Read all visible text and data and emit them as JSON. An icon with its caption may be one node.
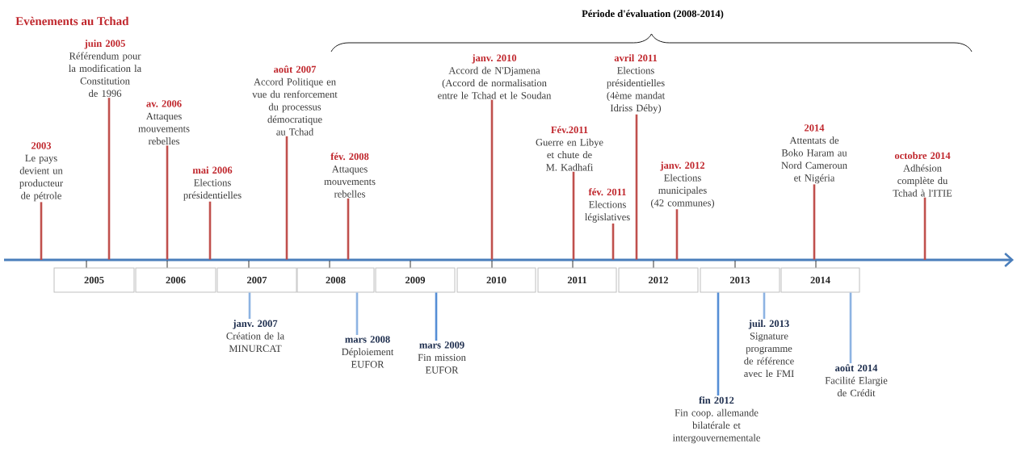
{
  "diagram": {
    "title": "Evènements au Tchad",
    "nodes": [
      {
        "text": [
          "2003",
          "Le pays devient un producteur de pétrole"
        ]
      },
      {
        "text": [
          "juin 2005",
          "Référendum pour la modification la Constitution de 1996"
        ]
      },
      {
        "text": [
          "av. 2006",
          "Attaques mouvements rebelles"
        ]
      },
      {
        "text": [
          "mai 2006",
          "Elections présidentielles"
        ]
      },
      {
        "text": [
          "août 2007",
          "Accord Politique en vue du renforcement du processus démocratique au Tchad"
        ]
      },
      {
        "text": [
          "fév. 2008",
          "Attaques mouvements rebelles"
        ]
      },
      {
        "text": [
          "janv. 2010",
          "Accord de N'Djamena (Accord de normalisation entre le Tchad et le Soudan"
        ]
      },
      {
        "text": [
          "Fév.2011",
          "Guerre en Libye et chute de M. Kadhafi"
        ]
      },
      {
        "text": [
          "fév. 2011",
          "Elections législatives"
        ]
      },
      {
        "text": [
          "avril 2011",
          "Elections présidentielles (4ème mandat Idriss Déby)"
        ]
      },
      {
        "text": [
          "janv. 2012",
          "Elections municipales (42 communes)"
        ]
      },
      {
        "text": [
          "2014",
          "Attentats de Boko Haram au Nord Cameroun et Nigéria"
        ]
      },
      {
        "text": [
          "octobre 2014",
          "Adhésion complète du Tchad à l'ITIE"
        ]
      },
      {
        "text": [
          "janv. 2007",
          "Création de la MINURCAT"
        ]
      },
      {
        "text": [
          "mars 2008",
          "Déploiement EUFOR"
        ]
      },
      {
        "text": [
          "mars 2009",
          "Fin mission EUFOR"
        ]
      },
      {
        "text": [
          "fin 2012",
          "Fin coop. allemande bilatérale et intergouvernementale"
        ]
      },
      {
        "text": [
          "juil. 2013",
          "Signature programme de référence avec le FMI"
        ]
      },
      {
        "text": [
          "août 2014",
          "Facilité Elargie de Crédit"
        ]
      },
      {
        "text": [
          "2005"
        ]
      },
      {
        "text": [
          "2006"
        ]
      },
      {
        "text": [
          "2007"
        ]
      },
      {
        "text": [
          "2008"
        ]
      },
      {
        "text": [
          "2009"
        ]
      },
      {
        "text": [
          "2010"
        ]
      },
      {
        "text": [
          "2011"
        ]
      },
      {
        "text": [
          "2012"
        ]
      },
      {
        "text": [
          "2013"
        ]
      },
      {
        "text": [
          "2014"
        ]
      }
    ],
    "edges": [
      {
        "from": 0,
        "to": null,
        "arrow": "none"
      },
      {
        "from": 1,
        "to": 19,
        "arrow": "none"
      },
      {
        "from": 2,
        "to": 20,
        "arrow": "none"
      },
      {
        "from": 3,
        "to": 20,
        "arrow": "none"
      },
      {
        "from": 4,
        "to": 21,
        "arrow": "none"
      },
      {
        "from": 5,
        "to": 22,
        "arrow": "none"
      },
      {
        "from": 6,
        "to": 24,
        "arrow": "none"
      },
      {
        "from": 7,
        "to": 25,
        "arrow": "none"
      },
      {
        "from": 8,
        "to": 25,
        "arrow": "none"
      },
      {
        "from": 9,
        "to": 26,
        "arrow": "none"
      },
      {
        "from": 10,
        "to": 26,
        "arrow": "none"
      },
      {
        "from": 11,
        "to": 28,
        "arrow": "none"
      },
      {
        "from": 12,
        "to": null,
        "arrow": "none"
      },
      {
        "from": 13,
        "to": 21,
        "arrow": "none",
        "color": "#8db3e2"
      },
      {
        "from": 14,
        "to": 22,
        "arrow": "none",
        "color": "#8db3e2"
      },
      {
        "from": 15,
        "to": 23,
        "arrow": "none",
        "color": "#558ed5"
      },
      {
        "from": 16,
        "to": 27,
        "arrow": "none",
        "color": "#558ed5"
      },
      {
        "from": 17,
        "to": 27,
        "arrow": "none",
        "color": "#8db3e2"
      },
      {
        "from": 18,
        "to": 28,
        "arrow": "none",
        "color": "#8db3e2"
      }
    ],
    "labels": [
      "Période d'évaluation (2008-2014)"
    ]
  }
}
